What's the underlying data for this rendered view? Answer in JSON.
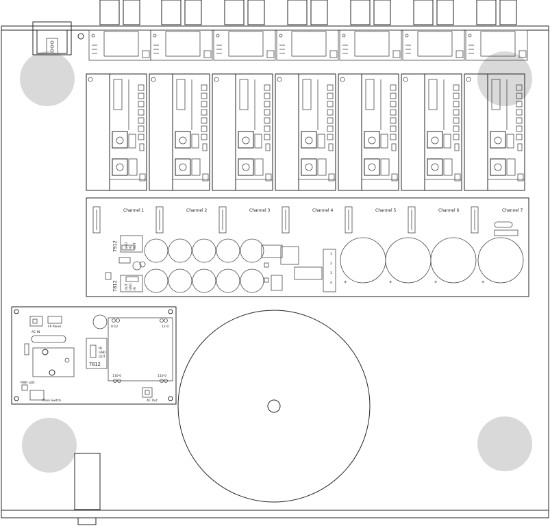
{
  "channels": {
    "labels": [
      "Channel 1",
      "Channel 2",
      "Channel 3",
      "Channel 4",
      "Channel 5",
      "Channel 6",
      "Channel 7"
    ]
  },
  "regulators": {
    "neg_part": "7912",
    "neg_pins": [
      "GND",
      "IN",
      "OUT"
    ],
    "pos_part": "7812",
    "pos_pins": [
      "OUT",
      "GND",
      "IN"
    ]
  },
  "power_board": {
    "ac_in": "AC IN",
    "fp_panel": "FP Panel",
    "pwr_led": "PWR LED",
    "main_switch": "Main Switch",
    "ac_out": "AC Out",
    "reg_part": "7812",
    "reg_pins": [
      "IN",
      "GND",
      "OUT"
    ],
    "tap_0_12": "0-12",
    "tap_12_0": "12-0",
    "tap_110_0a": "110-0",
    "tap_110_0b": "110-0"
  },
  "connector_pins": [
    "1",
    "2",
    "3",
    "4"
  ],
  "cap_polarity": "+"
}
